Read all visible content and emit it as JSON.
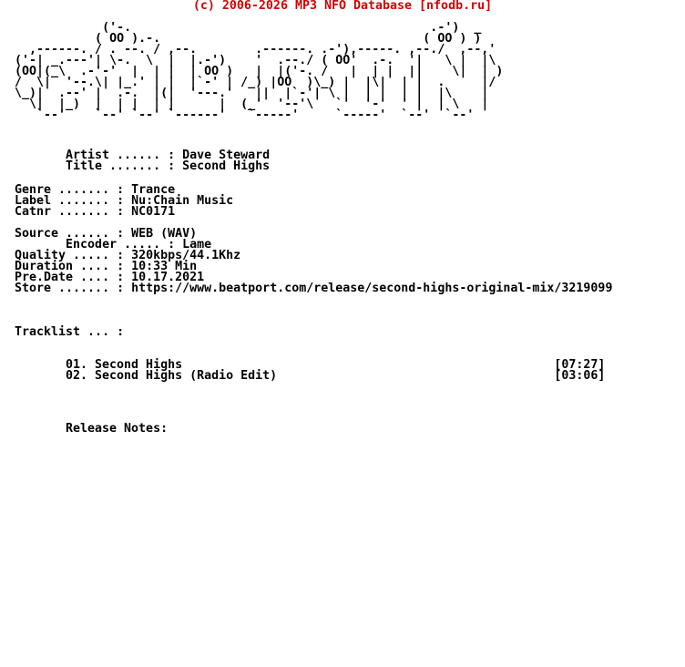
{
  "header": {
    "credit": "(c) 2006-2026 MP3 NFO Database [nfodb.ru]",
    "credit_color": "#d40000"
  },
  "logo": {
    "depicts": "FALCON",
    "style": "figlet-ghost-ascii",
    "lines": [
      "            ('-.                                         .-')  _",
      "           ( OO ).-.                                    ( OO ) )",
      "  ,------. / . --. / ,--.        .------. .-'),-----. ,--./  ,--,'",
      "('-| _.---'| \\-.  \\  |  |.-')    '  .--./ ( OO'  .-.  '|   \\ |  |\\",
      "(OO|(_\\  .-'-'  |  | |  | OO )   |  |('-. /   |  | |  ||    \\|  | )",
      "/  \\|  '--.\\| |_.' | |  |`-' | /_) |OO  )\\_) |  |\\|  | |  .     |/",
      "\\_)|  .--' |  .-.  |(|  '---.'   ||  |`-'| \\ |  | |  | |  |\\    |",
      "  \\|  |_)  |  | |  | |      |  (_'  '--'\\   `'  '-'  ' |  | \\   |",
      "   `--'    `--' `--' `------'   `-----'     `-----'  `--'  `--'"
    ]
  },
  "release": {
    "artist": "Dave Steward",
    "title": "Second Highs",
    "genre": "Trance",
    "label": "Nu:Chain Music",
    "catnr": "NC0171",
    "source": "WEB (WAV)",
    "encoder": "Lame",
    "quality": "320kbps/44.1Khz",
    "duration": "10:33 Min",
    "pre_date": "10.17.2021",
    "store_url": "https://www.beatport.com/release/second-highs-original-mix/3219099"
  },
  "lines": {
    "artist": "Artist ...... : Dave Steward",
    "title": "Title ....... : Second Highs",
    "genre": "Genre ....... : Trance",
    "label": "Label ....... : Nu:Chain Music",
    "catnr": "Catnr ....... : NC0171",
    "source": "Source ...... : WEB (WAV)",
    "encoder": "       Encoder ..... : Lame",
    "quality": "Quality ..... : 320kbps/44.1Khz",
    "duration": "Duration .... : 10:33 Min",
    "predate": "Pre.Date .... : 10.17.2021",
    "store": "Store ....... : https://www.beatport.com/release/second-highs-original-mix/3219099",
    "tracklist_label": "Tracklist ... :",
    "track1": "01. Second Highs                                                   [07:27]",
    "track2": "02. Second Highs (Radio Edit)                                      [03:06]",
    "release_notes": "Release Notes:"
  },
  "tracklist": [
    {
      "number": "01",
      "title": "Second Highs",
      "duration": "[07:27]"
    },
    {
      "number": "02",
      "title": "Second Highs (Radio Edit)",
      "duration": "[03:06]"
    }
  ]
}
